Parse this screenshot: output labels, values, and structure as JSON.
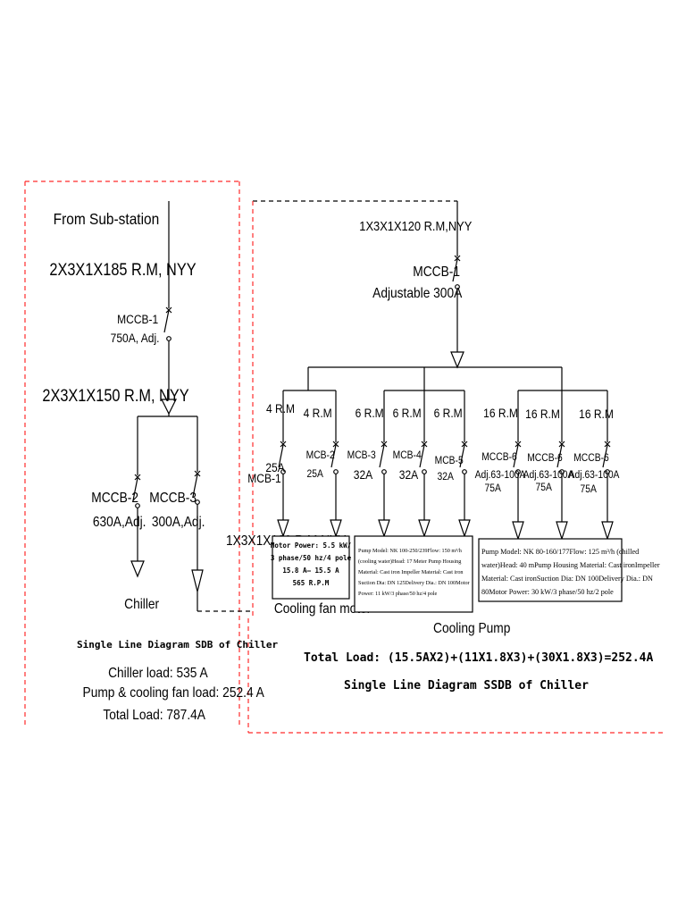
{
  "colors": {
    "border_dash": "#ff2b2b",
    "line": "#000000"
  },
  "left": {
    "from": "From Sub-station",
    "incoming_cable": "2X3X1X185 R.M, NYY",
    "mccb1_name": "MCCB-1",
    "mccb1_rating": "750A, Adj.",
    "bus_cable": "2X3X1X150 R.M, NYY",
    "mccb2_name": "MCCB-2",
    "mccb2_rating": "630A,Adj.",
    "mccb3_name": "MCCB-3",
    "mccb3_rating": "300A,Adj.",
    "vertical_cable": "1X3X1X120 R.M,NYY",
    "load": "Chiller",
    "title": "Single Line Diagram SDB of Chiller",
    "chiller_load": "Chiller load: 535 A",
    "pump_load": "Pump & cooling fan load: 252.4 A",
    "total_load": "Total Load: 787.4A"
  },
  "right": {
    "incoming_cable": "1X3X1X120 R.M,NYY",
    "mccb1_name": "MCCB-1",
    "mccb1_rating": "Adjustable  300A",
    "branches": [
      {
        "cable": "4 R.M",
        "name": "MCB-1",
        "rating": "25A"
      },
      {
        "cable": "4 R.M",
        "name": "MCB-2",
        "rating": "25A"
      },
      {
        "cable": "6 R.M",
        "name": "MCB-3",
        "rating": "32A"
      },
      {
        "cable": "6 R.M",
        "name": "MCB-4",
        "rating": "32A"
      },
      {
        "cable": "6 R.M",
        "name": "MCB-5",
        "rating": "32A"
      },
      {
        "cable": "16 R.M",
        "name": "MCCB-6",
        "adj": "Adj.63-100A",
        "rating": "75A"
      },
      {
        "cable": "16 R.M",
        "name": "MCCB-6",
        "adj": "Adj.63-100A",
        "rating": "75A"
      },
      {
        "cable": "16 R.M",
        "name": "MCCB-6",
        "adj": "Adj.63-100A",
        "rating": "75A"
      }
    ],
    "fan_spec": [
      "Motor Power: 5.5 kW/",
      "3 phase/50 hz/4 pole",
      "15.8 A– 15.5 A",
      "565 R.P.M"
    ],
    "fan_label": "Cooling fan motor",
    "pump1_spec": [
      "Pump Model: NK 100-250/239Flow: 150 m³/h",
      "(cooling water)Head: 17 Meter Pump Housing",
      "Material: Cast iron Impeller Material: Cast iron",
      "Suction Dia: DN 125Delivery Dia.: DN 100Motor",
      "Power: 11 kW/3 phase/50 hz/4 pole"
    ],
    "pump2_spec": [
      "Pump Model: NK 80-160/177Flow: 125 m³/h (chilled",
      "water)Head: 40 mPump Housing Material: Cast ironImpeller",
      "Material: Cast ironSuction Dia: DN 100Delivery Dia.: DN",
      "80Motor Power: 30 kW/3 phase/50 hz/2 pole"
    ],
    "pump_label": "Cooling Pump",
    "total_load": "Total Load:  (15.5AX2)+(11X1.8X3)+(30X1.8X3)=252.4A",
    "title": "Single Line Diagram SSDB of Chiller"
  }
}
